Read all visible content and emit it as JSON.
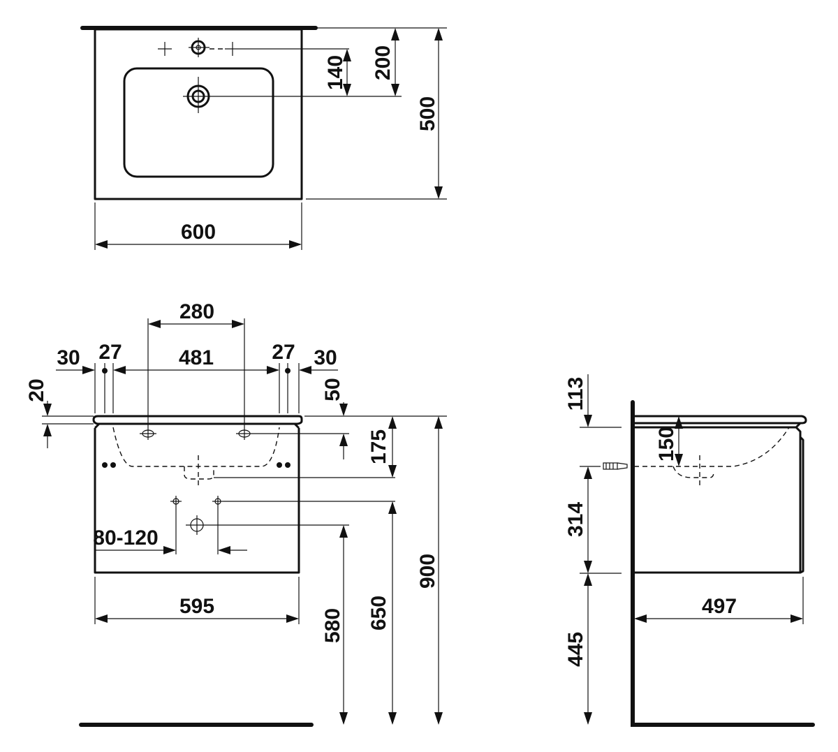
{
  "top_view": {
    "width": "600",
    "depth": "500",
    "drain_offset": "200",
    "tap_offset": "140"
  },
  "front_view": {
    "overall_height": "900",
    "bracket_spacing": "280",
    "inner_width": "481",
    "left_edge": "30",
    "left_pair": "27",
    "right_pair": "27",
    "right_edge": "30",
    "top_thickness": "20",
    "hole_depth": "50",
    "bowl_depth": "175",
    "waste_range": "80-120",
    "cabinet_width": "595",
    "waste_height": "580",
    "supply_height": "650"
  },
  "side_view": {
    "rim_height": "113",
    "trap_height": "150",
    "drawer_height": "314",
    "floor_clearance": "445",
    "cabinet_depth": "497"
  }
}
